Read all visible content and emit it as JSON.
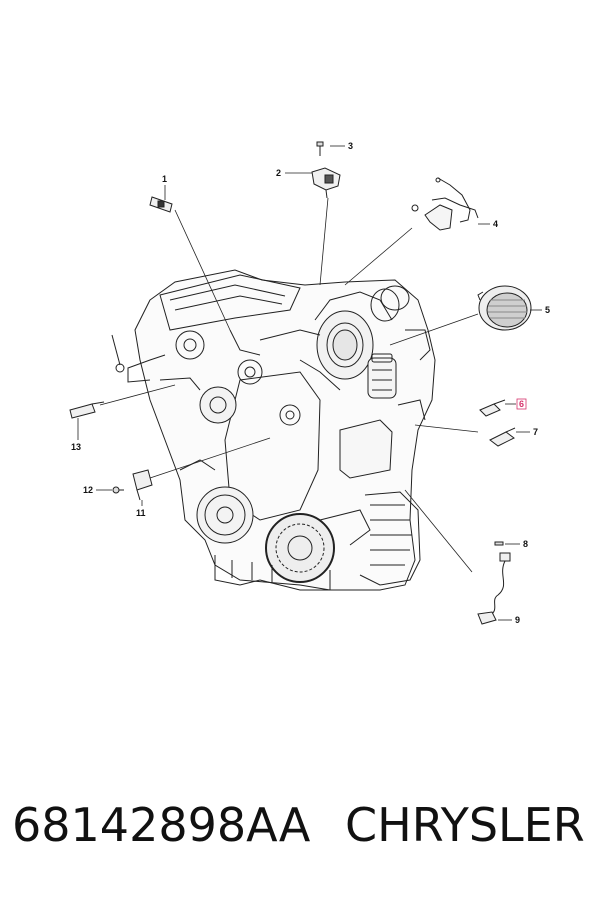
{
  "diagram": {
    "callouts": [
      {
        "id": "1",
        "label": "1"
      },
      {
        "id": "2",
        "label": "2"
      },
      {
        "id": "3",
        "label": "3"
      },
      {
        "id": "4",
        "label": "4"
      },
      {
        "id": "5",
        "label": "5"
      },
      {
        "id": "6",
        "label": "6",
        "highlighted": true
      },
      {
        "id": "7",
        "label": "7"
      },
      {
        "id": "8",
        "label": "8"
      },
      {
        "id": "9",
        "label": "9"
      },
      {
        "id": "11",
        "label": "11"
      },
      {
        "id": "12",
        "label": "12"
      },
      {
        "id": "13",
        "label": "13"
      }
    ],
    "colors": {
      "ink": "#111111",
      "highlight": "#d6336c",
      "background": "#ffffff"
    }
  },
  "footer": {
    "part_number": "68142898AA",
    "brand": "CHRYSLER"
  }
}
